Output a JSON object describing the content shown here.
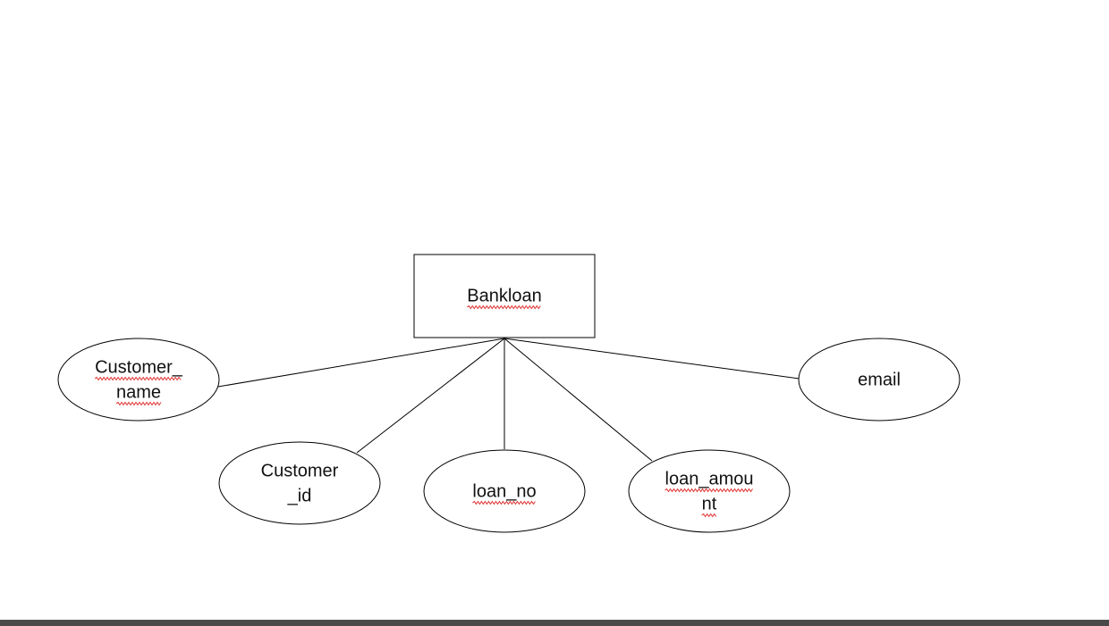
{
  "entity": {
    "id": "bankloan",
    "label": "Bankloan",
    "spellcheck_flag": true
  },
  "attributes": [
    {
      "id": "customer_name",
      "lines": [
        "Customer_",
        "name"
      ],
      "spellcheck_flag": true
    },
    {
      "id": "customer_id",
      "lines": [
        "Customer",
        "_id"
      ],
      "spellcheck_flag": false
    },
    {
      "id": "loan_no",
      "lines": [
        "loan_no"
      ],
      "spellcheck_flag": true
    },
    {
      "id": "loan_amount",
      "lines": [
        "loan_amou",
        "nt"
      ],
      "spellcheck_flag": true
    },
    {
      "id": "email",
      "lines": [
        "email"
      ],
      "spellcheck_flag": false
    }
  ],
  "colors": {
    "stroke": "#000000",
    "text": "#111111",
    "spellcheck_underline": "#e03030",
    "bottom_bar": "#4a4a4a"
  }
}
